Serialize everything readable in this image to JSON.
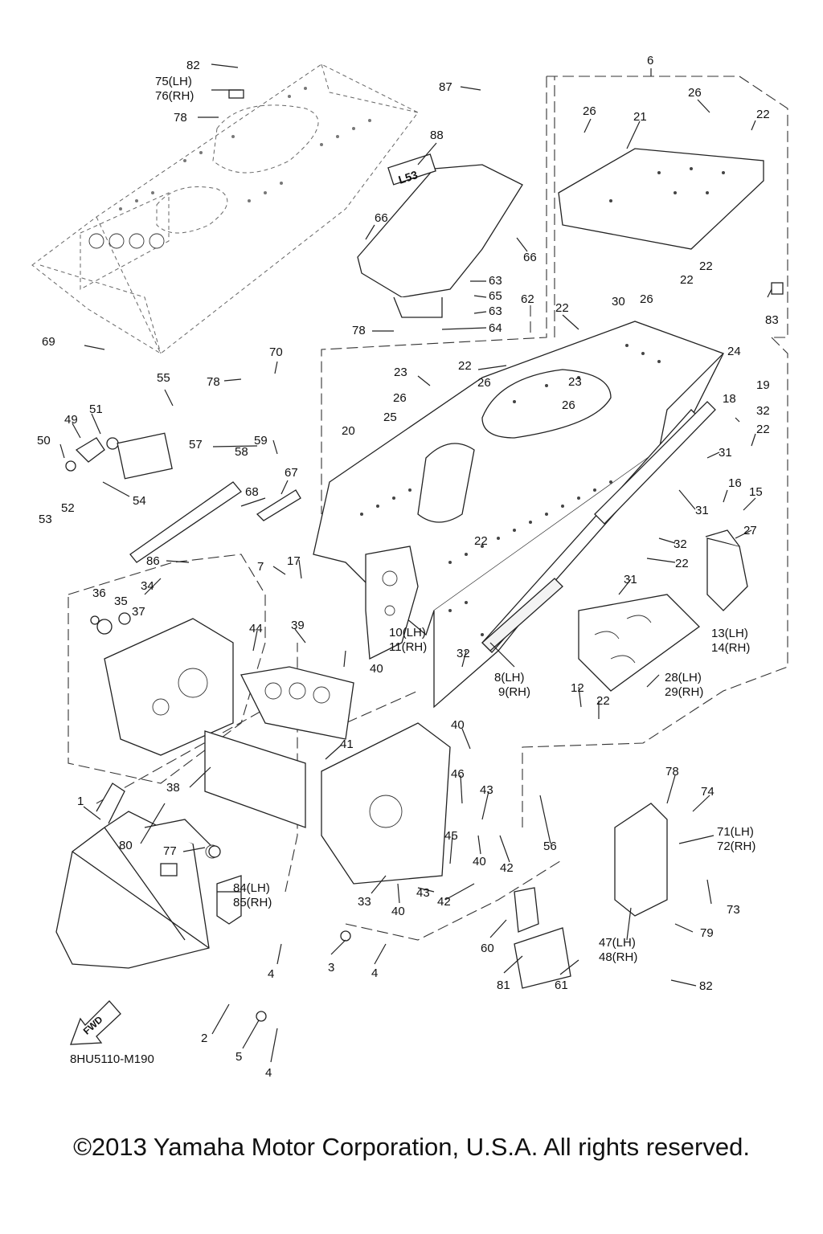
{
  "diagram": {
    "code": "8HU5110-M190",
    "fwd_label": "FWD",
    "decal_88_text": "L53",
    "copyright": "©2013 Yamaha Motor Corporation, U.S.A. All rights reserved.",
    "callouts": [
      {
        "text": "82"
      },
      {
        "text": "75(LH)"
      },
      {
        "text": "76(RH)"
      },
      {
        "text": "78"
      },
      {
        "text": "87"
      },
      {
        "text": "88"
      },
      {
        "text": "6"
      },
      {
        "text": "26"
      },
      {
        "text": "21"
      },
      {
        "text": "26"
      },
      {
        "text": "22"
      },
      {
        "text": "66"
      },
      {
        "text": "66"
      },
      {
        "text": "63"
      },
      {
        "text": "65"
      },
      {
        "text": "62"
      },
      {
        "text": "63"
      },
      {
        "text": "64"
      },
      {
        "text": "78"
      },
      {
        "text": "22"
      },
      {
        "text": "22"
      },
      {
        "text": "22"
      },
      {
        "text": "30"
      },
      {
        "text": "26"
      },
      {
        "text": "83"
      },
      {
        "text": "69"
      },
      {
        "text": "70"
      },
      {
        "text": "78"
      },
      {
        "text": "23"
      },
      {
        "text": "22"
      },
      {
        "text": "26"
      },
      {
        "text": "23"
      },
      {
        "text": "26"
      },
      {
        "text": "26"
      },
      {
        "text": "24"
      },
      {
        "text": "19"
      },
      {
        "text": "18"
      },
      {
        "text": "55"
      },
      {
        "text": "51"
      },
      {
        "text": "49"
      },
      {
        "text": "50"
      },
      {
        "text": "53"
      },
      {
        "text": "52"
      },
      {
        "text": "54"
      },
      {
        "text": "57"
      },
      {
        "text": "59"
      },
      {
        "text": "58"
      },
      {
        "text": "67"
      },
      {
        "text": "68"
      },
      {
        "text": "25"
      },
      {
        "text": "20"
      },
      {
        "text": "32"
      },
      {
        "text": "22"
      },
      {
        "text": "31"
      },
      {
        "text": "16"
      },
      {
        "text": "15"
      },
      {
        "text": "31"
      },
      {
        "text": "27"
      },
      {
        "text": "22"
      },
      {
        "text": "32"
      },
      {
        "text": "22"
      },
      {
        "text": "86"
      },
      {
        "text": "7"
      },
      {
        "text": "17"
      },
      {
        "text": "34"
      },
      {
        "text": "36"
      },
      {
        "text": "35"
      },
      {
        "text": "37"
      },
      {
        "text": "10(LH)"
      },
      {
        "text": "11(RH)"
      },
      {
        "text": "31"
      },
      {
        "text": "13(LH)"
      },
      {
        "text": "14(RH)"
      },
      {
        "text": "44"
      },
      {
        "text": "39"
      },
      {
        "text": "40"
      },
      {
        "text": "32"
      },
      {
        "text": "8(LH)"
      },
      {
        "text": "9(RH)"
      },
      {
        "text": "28(LH)"
      },
      {
        "text": "29(RH)"
      },
      {
        "text": "12"
      },
      {
        "text": "22"
      },
      {
        "text": "40"
      },
      {
        "text": "41"
      },
      {
        "text": "38"
      },
      {
        "text": "46"
      },
      {
        "text": "43"
      },
      {
        "text": "56"
      },
      {
        "text": "78"
      },
      {
        "text": "74"
      },
      {
        "text": "71(LH)"
      },
      {
        "text": "72(RH)"
      },
      {
        "text": "1"
      },
      {
        "text": "80"
      },
      {
        "text": "77"
      },
      {
        "text": "45"
      },
      {
        "text": "40"
      },
      {
        "text": "42"
      },
      {
        "text": "73"
      },
      {
        "text": "84(LH)"
      },
      {
        "text": "85(RH)"
      },
      {
        "text": "33"
      },
      {
        "text": "43"
      },
      {
        "text": "40"
      },
      {
        "text": "42"
      },
      {
        "text": "79"
      },
      {
        "text": "47(LH)"
      },
      {
        "text": "48(RH)"
      },
      {
        "text": "60"
      },
      {
        "text": "3"
      },
      {
        "text": "4"
      },
      {
        "text": "4"
      },
      {
        "text": "61"
      },
      {
        "text": "81"
      },
      {
        "text": "82"
      },
      {
        "text": "2"
      },
      {
        "text": "5"
      },
      {
        "text": "4"
      }
    ]
  }
}
